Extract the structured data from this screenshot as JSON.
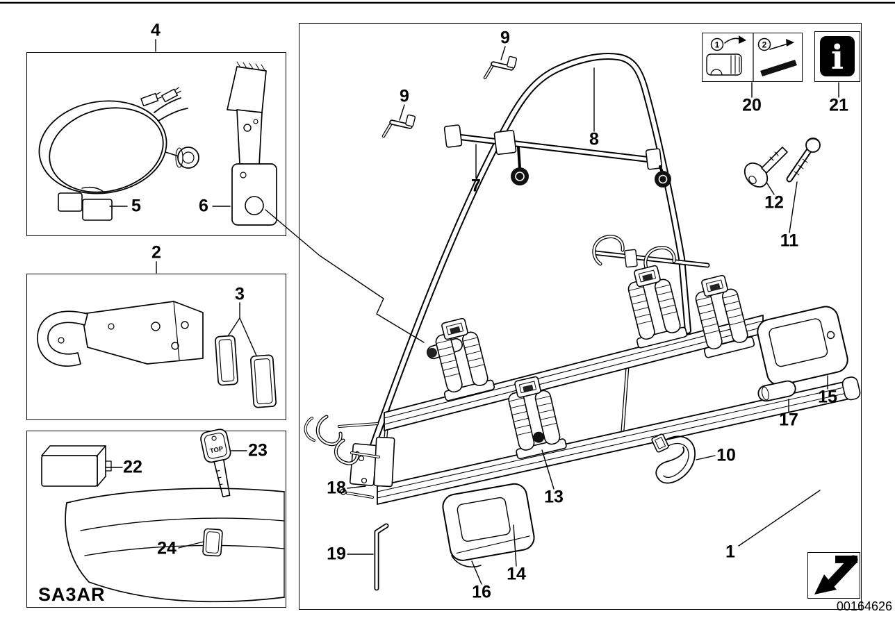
{
  "codes": {
    "model_code": "SA3AR",
    "drawing_number": "00164626"
  },
  "callouts": {
    "c1": "1",
    "c2": "2",
    "c3": "3",
    "c4": "4",
    "c5": "5",
    "c6": "6",
    "c7": "7",
    "c8": "8",
    "c9a": "9",
    "c9b": "9",
    "c10": "10",
    "c11": "11",
    "c12": "12",
    "c13": "13",
    "c14": "14",
    "c15": "15",
    "c16": "16",
    "c17": "17",
    "c18": "18",
    "c19": "19",
    "c20": "20",
    "c21": "21",
    "c22": "22",
    "c23": "23",
    "c24": "24"
  },
  "key": {
    "top_label": "TOP"
  },
  "info_icon": {
    "glyph": "i"
  },
  "pictograms": {
    "step1": "1",
    "step2": "2"
  },
  "colors": {
    "line": "#000000",
    "background": "#ffffff",
    "dark_fill": "#111111"
  }
}
